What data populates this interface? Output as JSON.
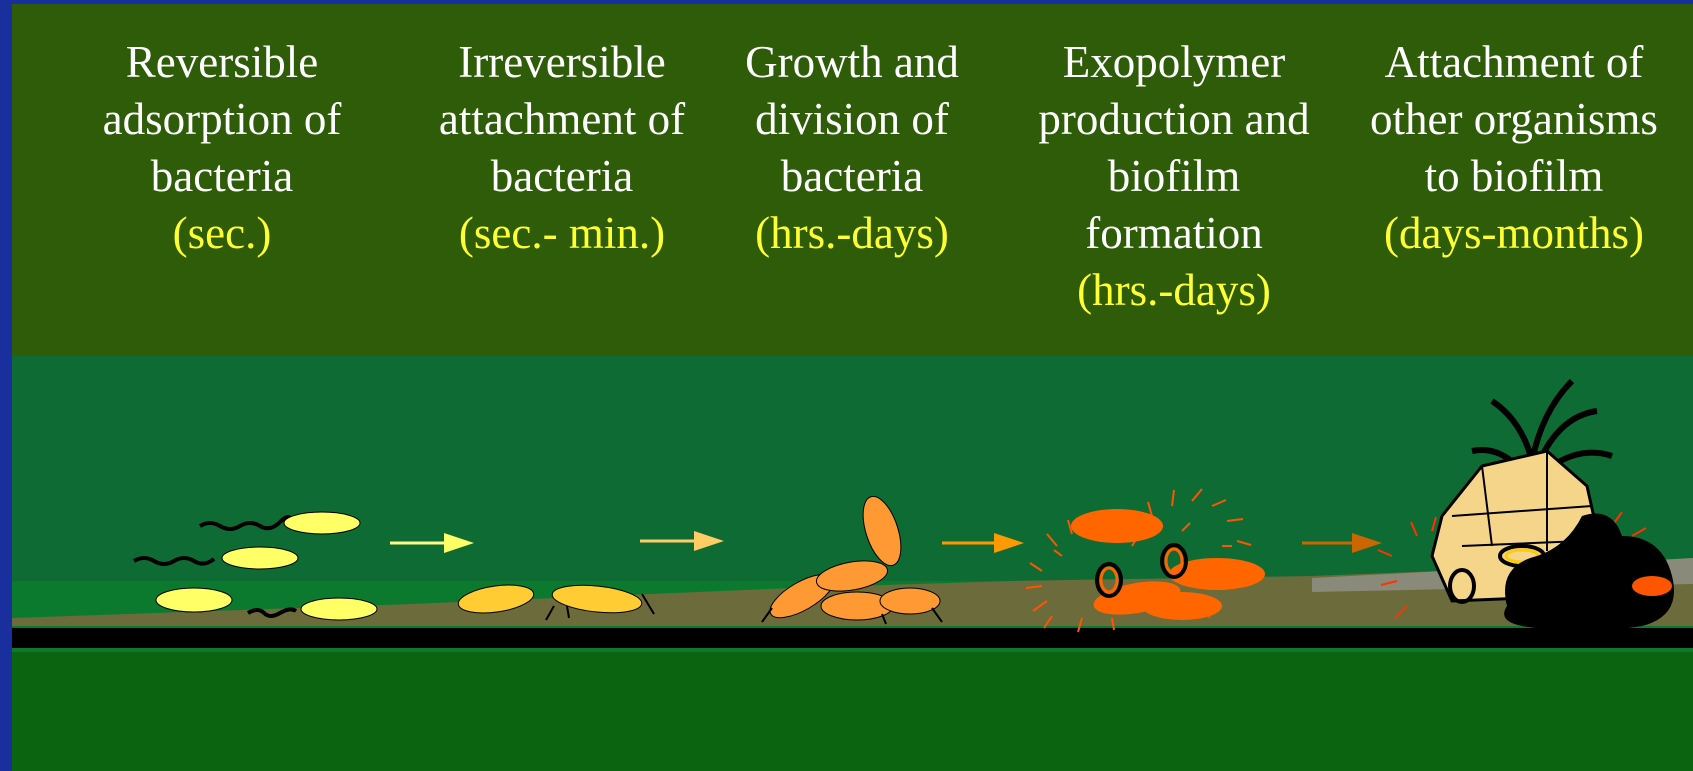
{
  "stages": [
    {
      "description": "Reversible adsorption of bacteria",
      "time": "(sec.)"
    },
    {
      "description": "Irreversible attachment of bacteria",
      "time": "(sec.- min.)"
    },
    {
      "description": "Growth and division of bacteria",
      "time": "(hrs.-days)"
    },
    {
      "description": "Exopolymer production and biofilm formation",
      "time": "(hrs.-days)"
    },
    {
      "description": "Attachment of other organisms to biofilm",
      "time": "(days-months)"
    }
  ],
  "colors": {
    "title_bg": "#2f5c08",
    "water": "#0f6b34",
    "text": "#ffffff",
    "time_text": "#ffff33",
    "bacteria_stage1": "#ffff66",
    "bacteria_stage2": "#ffcc33",
    "bacteria_stage3": "#ff9933",
    "bacteria_stage4": "#ff6600",
    "exopolymer": "#ff5500"
  },
  "icons": [
    "arrow-icon",
    "bacterium-icon",
    "flagellum-icon",
    "exopolymer-icon",
    "barnacle-icon",
    "algae-icon",
    "sponge-icon"
  ]
}
